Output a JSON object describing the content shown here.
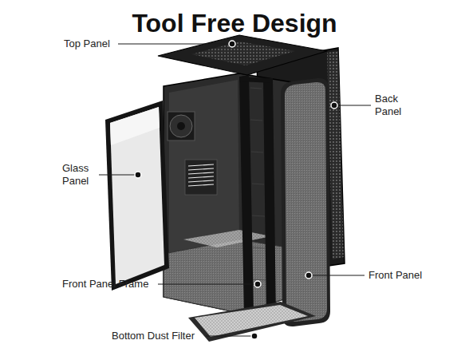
{
  "diagram": {
    "title": "Tool Free Design",
    "labels": [
      "Top Panel",
      "Back Panel",
      "Glass Panel",
      "Front Panel Frame",
      "Front Panel",
      "Bottom Dust Filter"
    ]
  }
}
